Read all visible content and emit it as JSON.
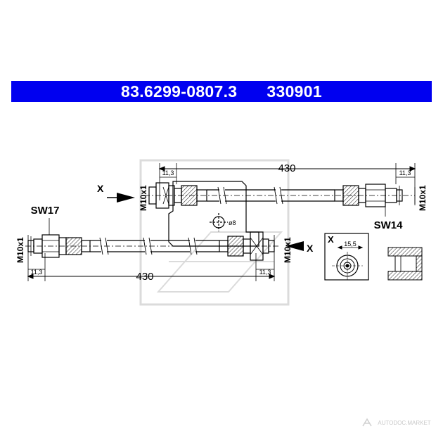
{
  "header": {
    "part_number": "83.6299-0807.3",
    "ref_number": "330901",
    "background_color": "#0000f0",
    "text_color": "#ffffff"
  },
  "upper_hose": {
    "length": "430",
    "left_offset": "11,3",
    "right_offset": "11,3",
    "left_thread": "M10x1",
    "right_thread": "M10x1",
    "wrench_size": "SW14",
    "view_marker": "X"
  },
  "lower_hose": {
    "length": "430",
    "left_offset": "11,3",
    "right_offset": "11,3",
    "left_thread": "M10x1",
    "right_thread": "M10x1",
    "wrench_size": "SW17",
    "view_marker": "X"
  },
  "bracket": {
    "hole_diameter": "ø8"
  },
  "detail_view": {
    "marker": "X",
    "diameter": "15,5"
  },
  "watermark": {
    "text": "AUTODOC.MARKET"
  }
}
